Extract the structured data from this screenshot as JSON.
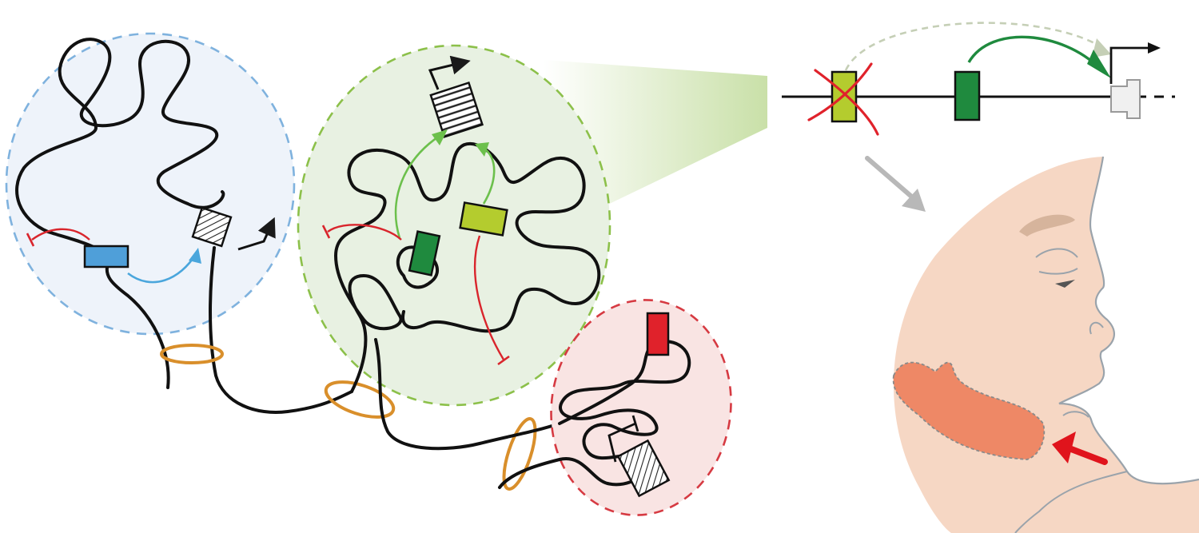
{
  "diagram": {
    "type": "chromatin-regulatory-domains-schematic",
    "text_labels": []
  },
  "domains": [
    {
      "name": "blue-domain",
      "border_color": "#7fb2de",
      "fill_color": "#eef3fa"
    },
    {
      "name": "green-domain",
      "border_color": "#8cc04a",
      "fill_color": "#e8f1e2"
    },
    {
      "name": "red-domain",
      "border_color": "#d63a42",
      "fill_color": "#f9e4e3"
    }
  ],
  "elements": {
    "blue_enhancer": "#4f9fd9",
    "dark_green_enhancer": "#1f8a3e",
    "yellow_green_enhancer": "#b4cc2e",
    "red_element": "#e0222b",
    "promoter": "hatched",
    "insulator_ring": "#d98f2b"
  },
  "arrows": {
    "activation_blue": "#4aa6dc",
    "activation_green": "#6cc04c",
    "repression": "#d9252c",
    "deleted_mark": "#e0222b",
    "highlight_arrow": "#e0141c",
    "gray_arrow": "#b8b8b8"
  },
  "face": {
    "skin_color": "#f6d7c4",
    "affected_region_color": "#ee8866",
    "eyebrow_color": "#d6b49c"
  }
}
